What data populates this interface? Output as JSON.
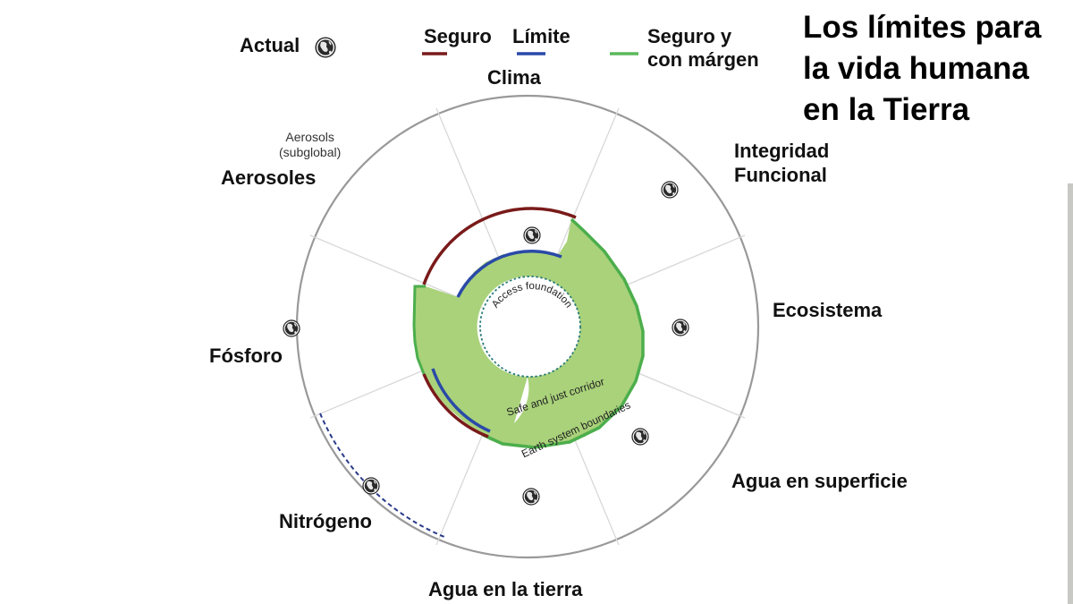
{
  "title": {
    "lines": [
      "Los límites para",
      "la vida humana",
      "en la Tierra"
    ]
  },
  "legend": {
    "safe": {
      "label": "Seguro",
      "color": "#7a1a1a"
    },
    "limit": {
      "label": "Límite",
      "color": "#2a4aa8"
    },
    "margin": {
      "label_lines": [
        "Seguro y",
        "con márgen"
      ],
      "color": "#5cb85c"
    }
  },
  "current_label": "Actual",
  "segments": {
    "clima": "Clima",
    "integridad": [
      "Integridad",
      "Funcional"
    ],
    "ecosistema": "Ecosistema",
    "agua_superficie": "Agua en superficie",
    "agua_tierra": "Agua en la tierra",
    "nitrogeno": "Nitrógeno",
    "fosforo": "Fósforo",
    "aerosoles": "Aerosoles"
  },
  "aerosols_sub": [
    "Aerosols",
    "(subglobal)"
  ],
  "rings": {
    "inner": "Access foundation",
    "middle": "Safe and just corridor",
    "outer": "Earth system boundaries"
  },
  "colors": {
    "corridor_fill": "#a9d27a",
    "corridor_edge": "#4cae4c",
    "outer_circle": "#999999",
    "spoke": "#d4d4d4"
  },
  "icons": [
    "globe-icon"
  ]
}
